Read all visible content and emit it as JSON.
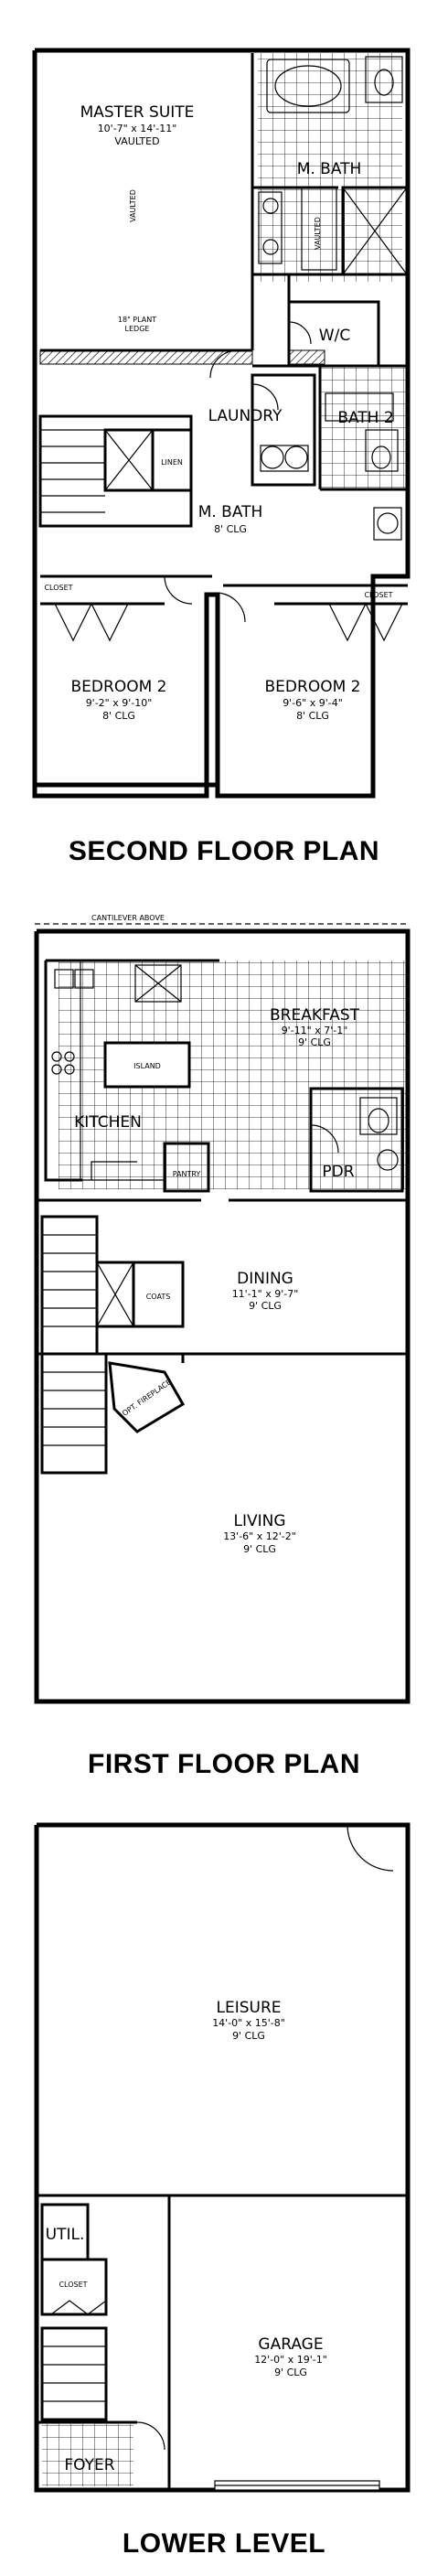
{
  "plans": {
    "second": {
      "title": "SECOND FLOOR PLAN",
      "master_suite": {
        "name": "MASTER SUITE",
        "dims": "10'-7\" x 14'-11\"",
        "note": "VAULTED"
      },
      "vaulted_side": "VAULTED",
      "plant_ledge": {
        "line1": "18\" PLANT",
        "line2": "LEDGE"
      },
      "m_bath_upper": "M. BATH",
      "vaulted_small": "VAULTED",
      "wic": "W/C",
      "laundry": "LAUNDRY",
      "linen": "LINEN",
      "bath2": "BATH 2",
      "m_bath_lower": {
        "name": "M. BATH",
        "ceiling": "8' CLG"
      },
      "closet_left": "CLOSET",
      "closet_right": "CLOSET",
      "bedroom_left": {
        "name": "BEDROOM 2",
        "dims": "9'-2\" x 9'-10\"",
        "ceiling": "8' CLG"
      },
      "bedroom_right": {
        "name": "BEDROOM 2",
        "dims": "9'-6\" x 9'-4\"",
        "ceiling": "8' CLG"
      }
    },
    "first": {
      "title": "FIRST FLOOR PLAN",
      "cantilever": "CANTILEVER ABOVE",
      "breakfast": {
        "name": "BREAKFAST",
        "dims": "9'-11\" x 7'-1\"",
        "ceiling": "9' CLG"
      },
      "island": "ISLAND",
      "kitchen": "KITCHEN",
      "pdr": "PDR",
      "pantry": "PANTRY",
      "coats": "COATS",
      "dining": {
        "name": "DINING",
        "dims": "11'-1\" x 9'-7\"",
        "ceiling": "9' CLG"
      },
      "fireplace": "OPT. FIREPLACE",
      "living": {
        "name": "LIVING",
        "dims": "13'-6\" x 12'-2\"",
        "ceiling": "9' CLG"
      }
    },
    "lower": {
      "title": "LOWER LEVEL",
      "leisure": {
        "name": "LEISURE",
        "dims": "14'-0\" x 15'-8\"",
        "ceiling": "9' CLG"
      },
      "util": "UTIL.",
      "closet": "CLOSET",
      "garage": {
        "name": "GARAGE",
        "dims": "12'-0\" x 19'-1\"",
        "ceiling": "9' CLG"
      },
      "foyer": "FOYER"
    }
  }
}
